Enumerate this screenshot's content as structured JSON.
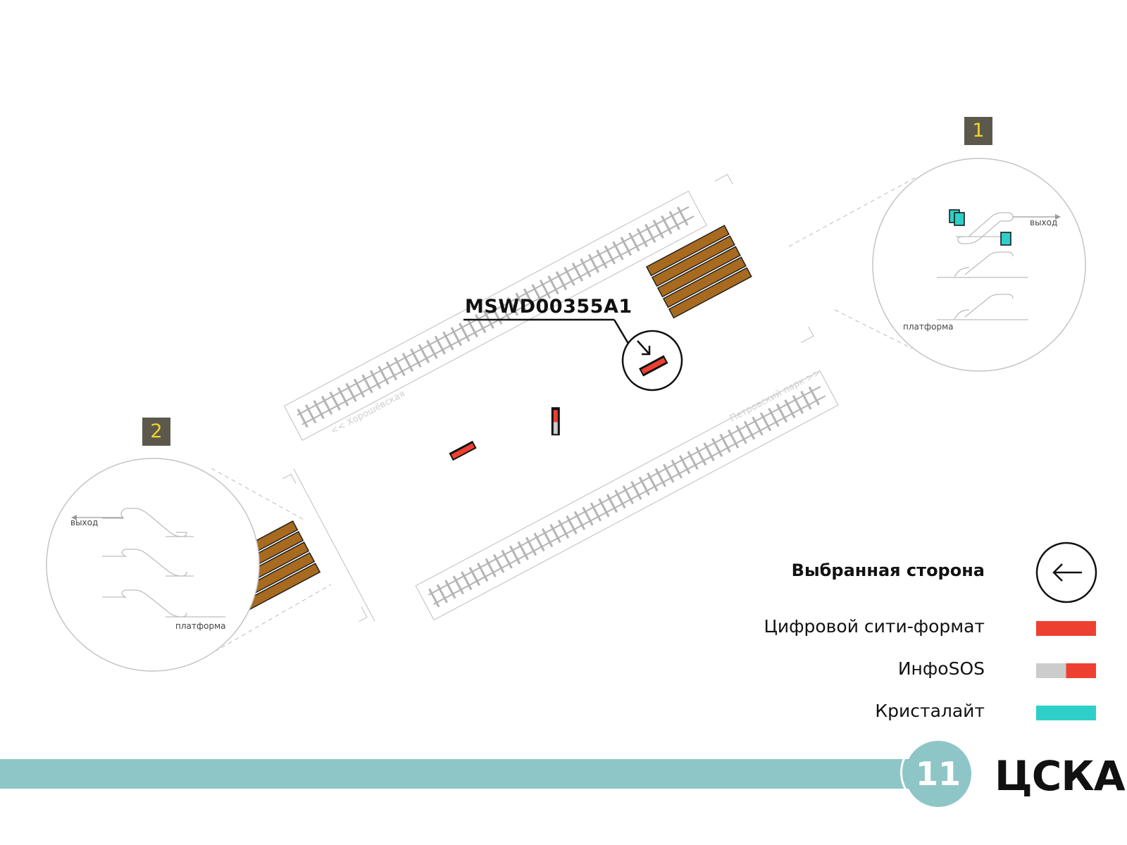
{
  "device_code": "MSWD00355A1",
  "station": {
    "name": "ЦСКА",
    "line_number": "11",
    "line_color": "#8ec6c8"
  },
  "directions": {
    "left": "<< Хорошёвская",
    "right": "Петровский парк >>"
  },
  "insets": [
    {
      "number": "1",
      "exit_label": "выход",
      "platform_label": "платформа"
    },
    {
      "number": "2",
      "exit_label": "выход",
      "platform_label": "платформа"
    }
  ],
  "legend": {
    "selected_side": "Выбранная сторона",
    "items": [
      {
        "label": "Цифровой сити-формат",
        "colors": [
          "#ee4030"
        ]
      },
      {
        "label": "ИнфоSOS",
        "colors": [
          "#cccccc",
          "#ee4030"
        ]
      },
      {
        "label": "Кристалайт",
        "colors": [
          "#2ecfc8"
        ]
      }
    ]
  },
  "colors": {
    "stairs": "#a86a1f",
    "rail": "#b4b4b4",
    "badge_bg": "#5c594c",
    "badge_text": "#f2d32b"
  },
  "icons": [
    "arrow-left-icon",
    "arrow-down-right-icon",
    "escalator-icon"
  ]
}
